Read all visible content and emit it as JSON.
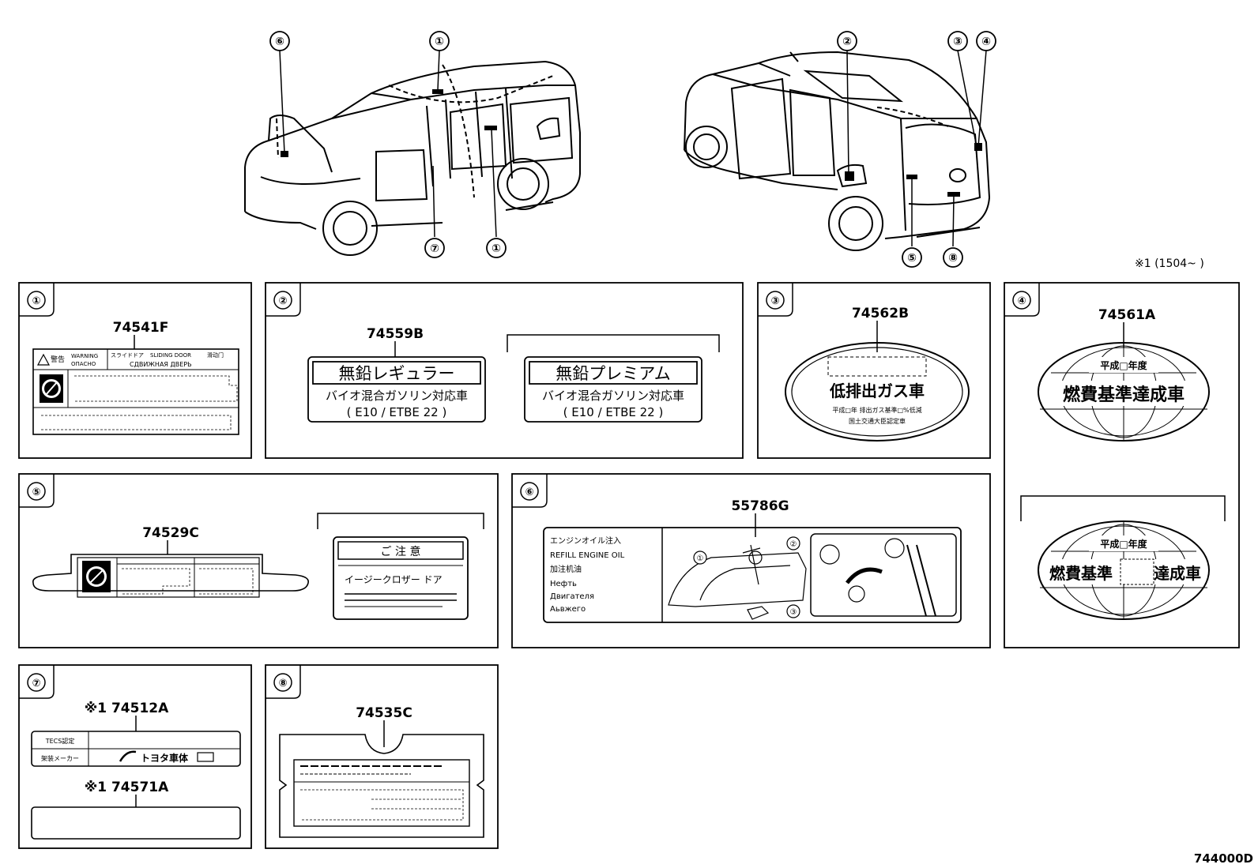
{
  "diagram": {
    "header_note": "※1 (1504~      )",
    "diagram_code": "744000D",
    "callouts": [
      "①",
      "②",
      "③",
      "④",
      "⑤",
      "⑥",
      "⑦",
      "⑧"
    ],
    "panel1": {
      "part": "74541F",
      "caution_jp": "警告",
      "warning": "WARNING",
      "warning_ru": "ОПАСНО",
      "slide_jp": "スライドドア",
      "sliding_door": "SLIDING DOOR",
      "zh": "滑动门",
      "ru_door": "СДВИЖНАЯ ДВЕРЬ"
    },
    "panel2": {
      "part": "74559B",
      "label_a_title": "無鉛レギュラー",
      "label_b_title": "無鉛プレミアム",
      "bio": "バイオ混合ガソリン対応車",
      "spec": "( E10 / ETBE 22 )"
    },
    "panel3": {
      "part": "74562B",
      "title": "低排出ガス車",
      "line1": "平成□年 排出ガス基準□%低減",
      "line2": "国土交通大臣認定車"
    },
    "panel4": {
      "part": "74561A",
      "year": "平成□年度",
      "title_a": "燃費基準達成車",
      "title_b_pre": "燃費基準",
      "title_b_post": "達成車"
    },
    "panel5": {
      "part": "74529C",
      "caution": "ご 注 意",
      "easy_closer": "イージークロザー ドア"
    },
    "panel6": {
      "part": "55786G",
      "lines": [
        "エンジンオイル注入",
        "REFILL ENGINE OIL",
        "加注机油",
        "Нефть",
        "Двигателя",
        "Аьвжего"
      ],
      "sub_callouts": [
        "①",
        "②",
        "③"
      ]
    },
    "panel7": {
      "part_a": "※1 74512A",
      "part_b": "※1 74571A",
      "row1_label": "TECS認定",
      "row2_label": "架装メーカー",
      "maker": "トヨタ車体"
    },
    "panel8": {
      "part": "74535C"
    }
  }
}
